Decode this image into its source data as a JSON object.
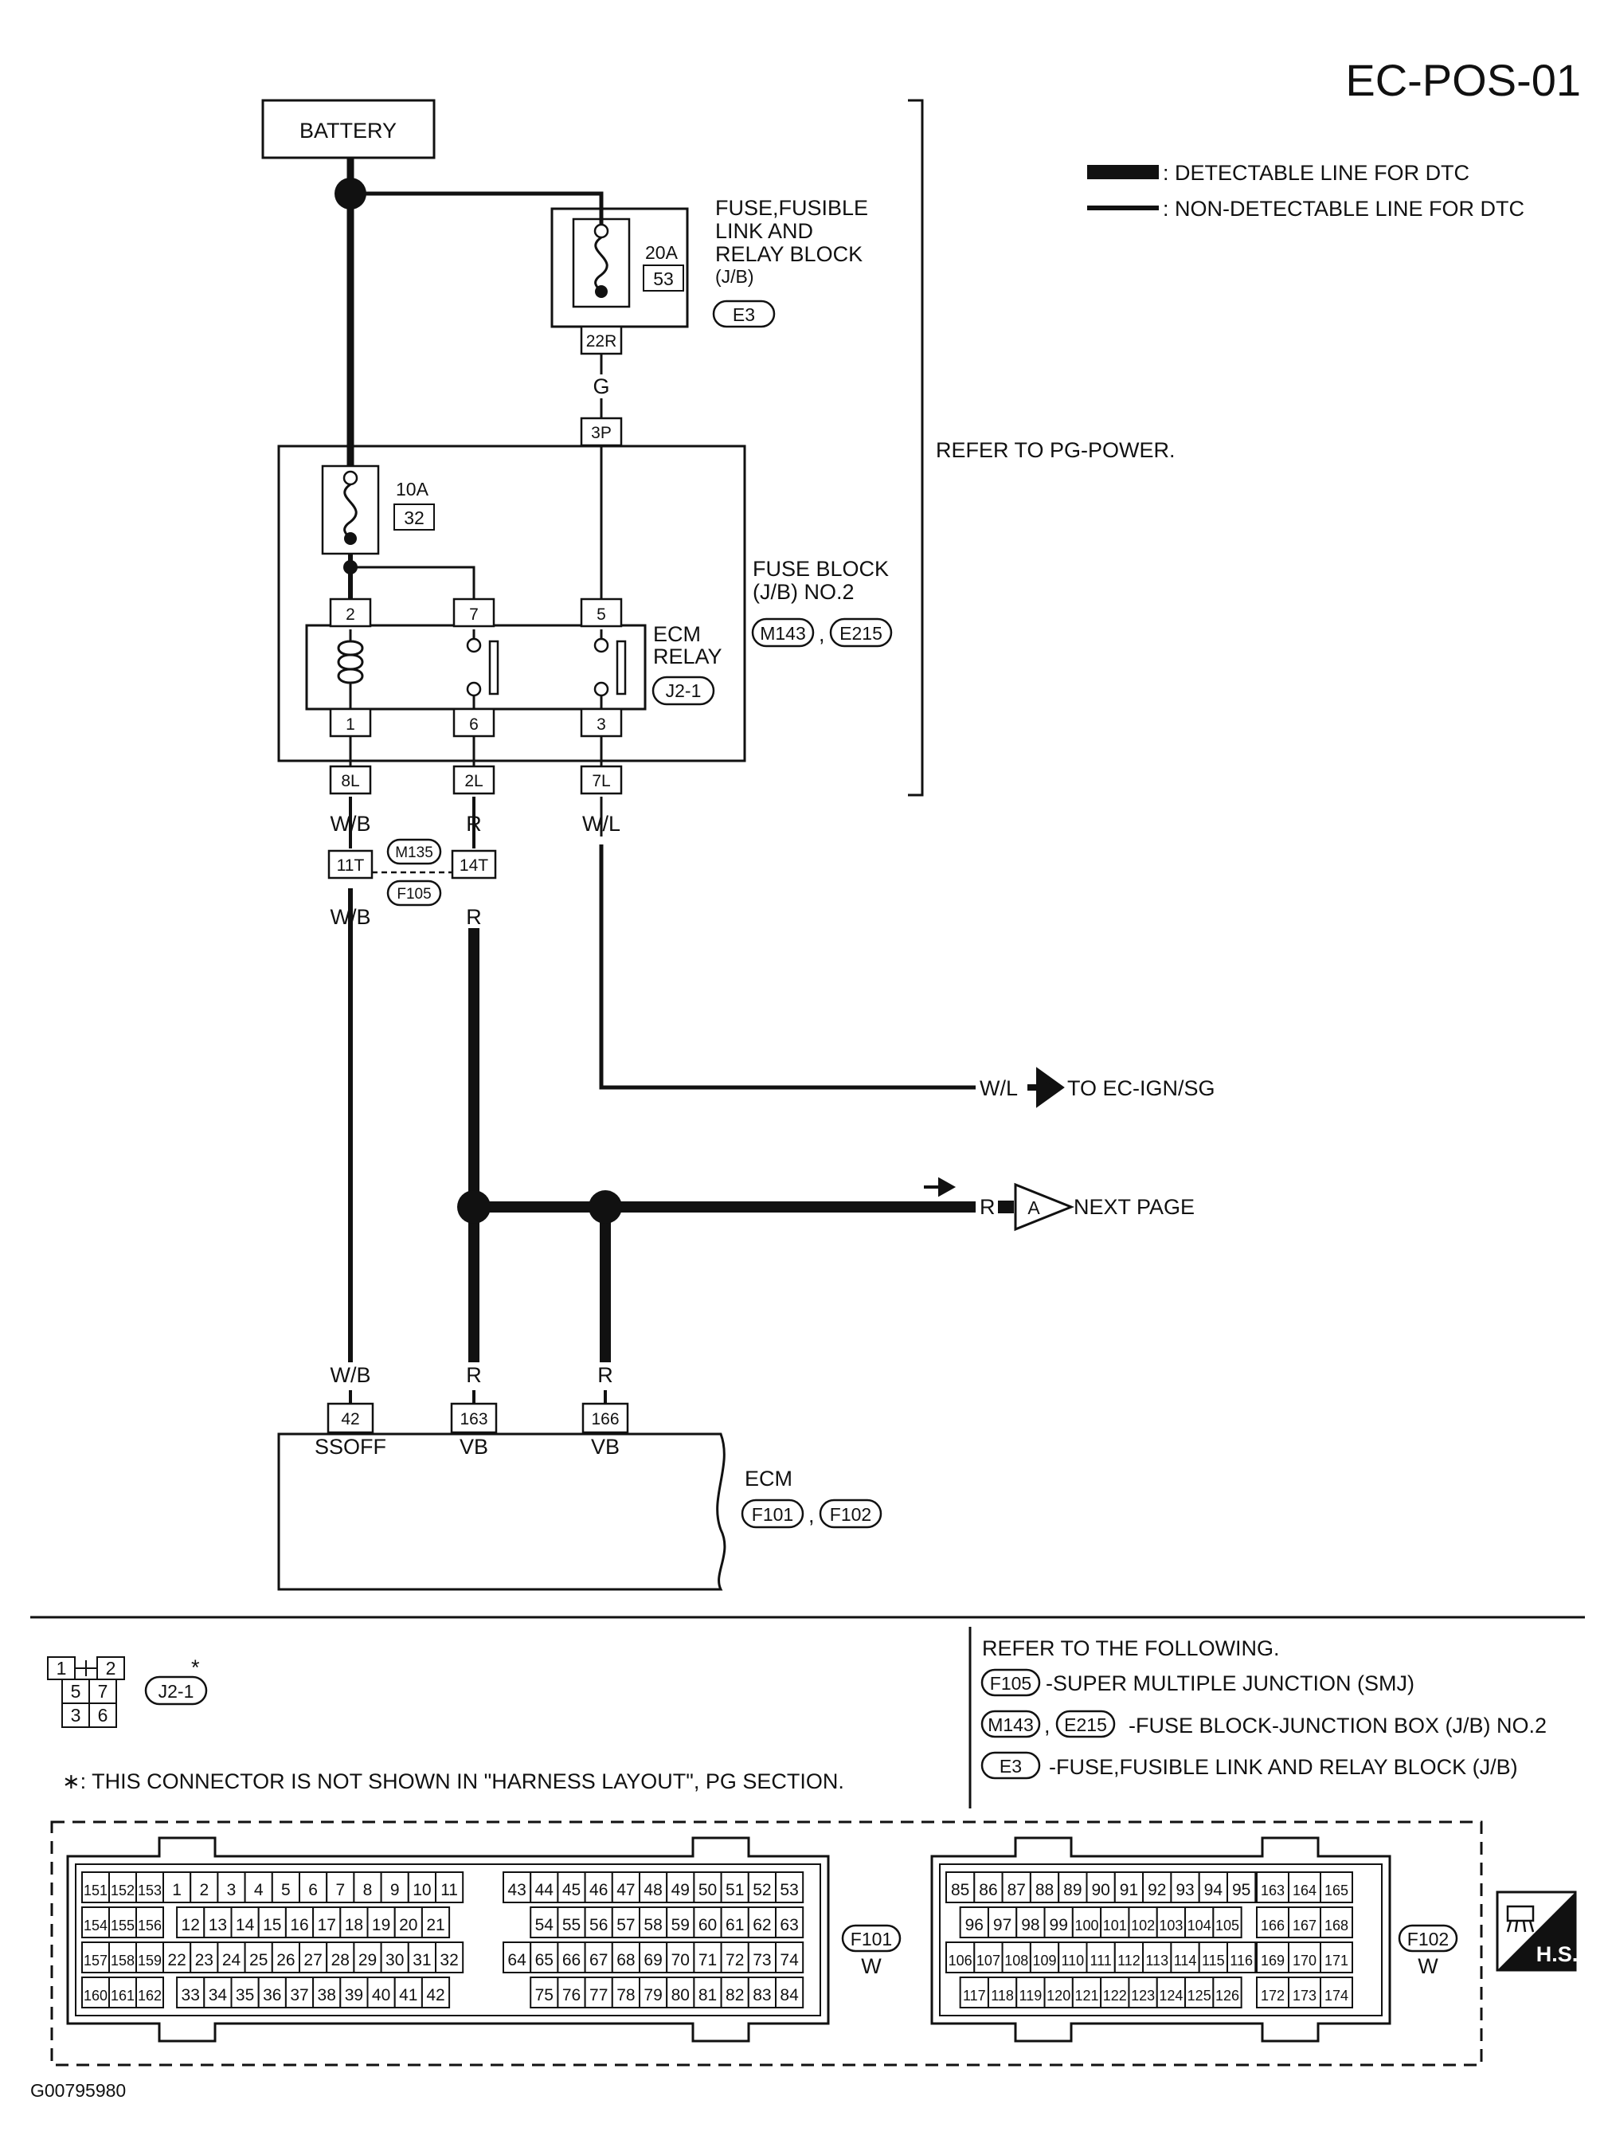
{
  "page_id": "EC-POS-01",
  "figure_code": "G00795980",
  "legend": {
    "detectable": ": DETECTABLE LINE FOR DTC",
    "non_detectable": ": NON-DETECTABLE LINE FOR DTC"
  },
  "refer_note": "REFER TO PG-POWER.",
  "components": {
    "battery": "BATTERY",
    "fuse_block_main": {
      "line1": "FUSE,FUSIBLE",
      "line2": "LINK AND",
      "line3": "RELAY BLOCK",
      "line4": "(J/B)",
      "connector": "E3",
      "fuse_amp": "20A",
      "fuse_no": "53",
      "pin": "22R"
    },
    "fuse_block2": {
      "line1": "FUSE BLOCK",
      "line2": "(J/B) NO.2",
      "connector1": "M143",
      "connector2": "E215",
      "separator": ",",
      "fuse_amp": "10A",
      "fuse_no": "32",
      "pin_3p": "3P",
      "pins_bottom": [
        "8L",
        "2L",
        "7L"
      ]
    },
    "ecm_relay": {
      "line1": "ECM",
      "line2": "RELAY",
      "connector": "J2-1",
      "pins_top": [
        "2",
        "7",
        "5"
      ],
      "pins_bottom": [
        "1",
        "6",
        "3"
      ]
    },
    "smj": {
      "connector1": "M135",
      "connector2": "F105",
      "pins": [
        "11T",
        "14T"
      ]
    },
    "ecm": {
      "label": "ECM",
      "connector1": "F101",
      "connector2": "F102",
      "separator": ",",
      "pins": [
        "42",
        "163",
        "166"
      ],
      "terminals": [
        "SSOFF",
        "VB",
        "VB"
      ]
    }
  },
  "wires": {
    "g": "G",
    "wb_1": "W/B",
    "r_1": "R",
    "wl_1": "W/L",
    "wb_2": "W/B",
    "r_2": "R",
    "wb_3": "W/B",
    "r_3": "R",
    "r_4": "R",
    "wl_out": "W/L",
    "wl_out_dest": "TO EC-IGN/SG",
    "r_out": "R",
    "r_out_marker": "A",
    "r_out_dest": "NEXT PAGE"
  },
  "footer": {
    "j21_grid": [
      [
        "1",
        "2"
      ],
      [
        "5",
        "7"
      ],
      [
        "3",
        "6"
      ]
    ],
    "j21_connector": "J2-1",
    "asterisk": "*",
    "asterisk_note": "∗: THIS CONNECTOR IS NOT SHOWN IN \"HARNESS LAYOUT\", PG SECTION.",
    "refer_title": "REFER TO THE FOLLOWING.",
    "refer_items": [
      {
        "connectors": [
          "F105"
        ],
        "text": "-SUPER MULTIPLE JUNCTION (SMJ)"
      },
      {
        "connectors": [
          "M143",
          "E215"
        ],
        "text": "-FUSE BLOCK-JUNCTION BOX (J/B) NO.2"
      },
      {
        "connectors": [
          "E3"
        ],
        "text": "-FUSE,FUSIBLE LINK AND RELAY BLOCK (J/B)"
      }
    ],
    "f101": {
      "connector": "F101",
      "color": "W",
      "rows": [
        [
          "151",
          "152",
          "153",
          "1",
          "2",
          "3",
          "4",
          "5",
          "6",
          "7",
          "8",
          "9",
          "10",
          "11",
          "43",
          "44",
          "45",
          "46",
          "47",
          "48",
          "49",
          "50",
          "51",
          "52",
          "53"
        ],
        [
          "154",
          "155",
          "156",
          "12",
          "13",
          "14",
          "15",
          "16",
          "17",
          "18",
          "19",
          "20",
          "21",
          "54",
          "55",
          "56",
          "57",
          "58",
          "59",
          "60",
          "61",
          "62",
          "63"
        ],
        [
          "157",
          "158",
          "159",
          "22",
          "23",
          "24",
          "25",
          "26",
          "27",
          "28",
          "29",
          "30",
          "31",
          "32",
          "64",
          "65",
          "66",
          "67",
          "68",
          "69",
          "70",
          "71",
          "72",
          "73",
          "74"
        ],
        [
          "160",
          "161",
          "162",
          "33",
          "34",
          "35",
          "36",
          "37",
          "38",
          "39",
          "40",
          "41",
          "42",
          "75",
          "76",
          "77",
          "78",
          "79",
          "80",
          "81",
          "82",
          "83",
          "84"
        ]
      ]
    },
    "f102": {
      "connector": "F102",
      "color": "W",
      "rows": [
        [
          "85",
          "86",
          "87",
          "88",
          "89",
          "90",
          "91",
          "92",
          "93",
          "94",
          "95",
          "163",
          "164",
          "165"
        ],
        [
          "96",
          "97",
          "98",
          "99",
          "100",
          "101",
          "102",
          "103",
          "104",
          "105",
          "166",
          "167",
          "168"
        ],
        [
          "106",
          "107",
          "108",
          "109",
          "110",
          "111",
          "112",
          "113",
          "114",
          "115",
          "116",
          "169",
          "170",
          "171"
        ],
        [
          "117",
          "118",
          "119",
          "120",
          "121",
          "122",
          "123",
          "124",
          "125",
          "126",
          "172",
          "173",
          "174"
        ]
      ]
    },
    "hs_badge": "H.S."
  }
}
